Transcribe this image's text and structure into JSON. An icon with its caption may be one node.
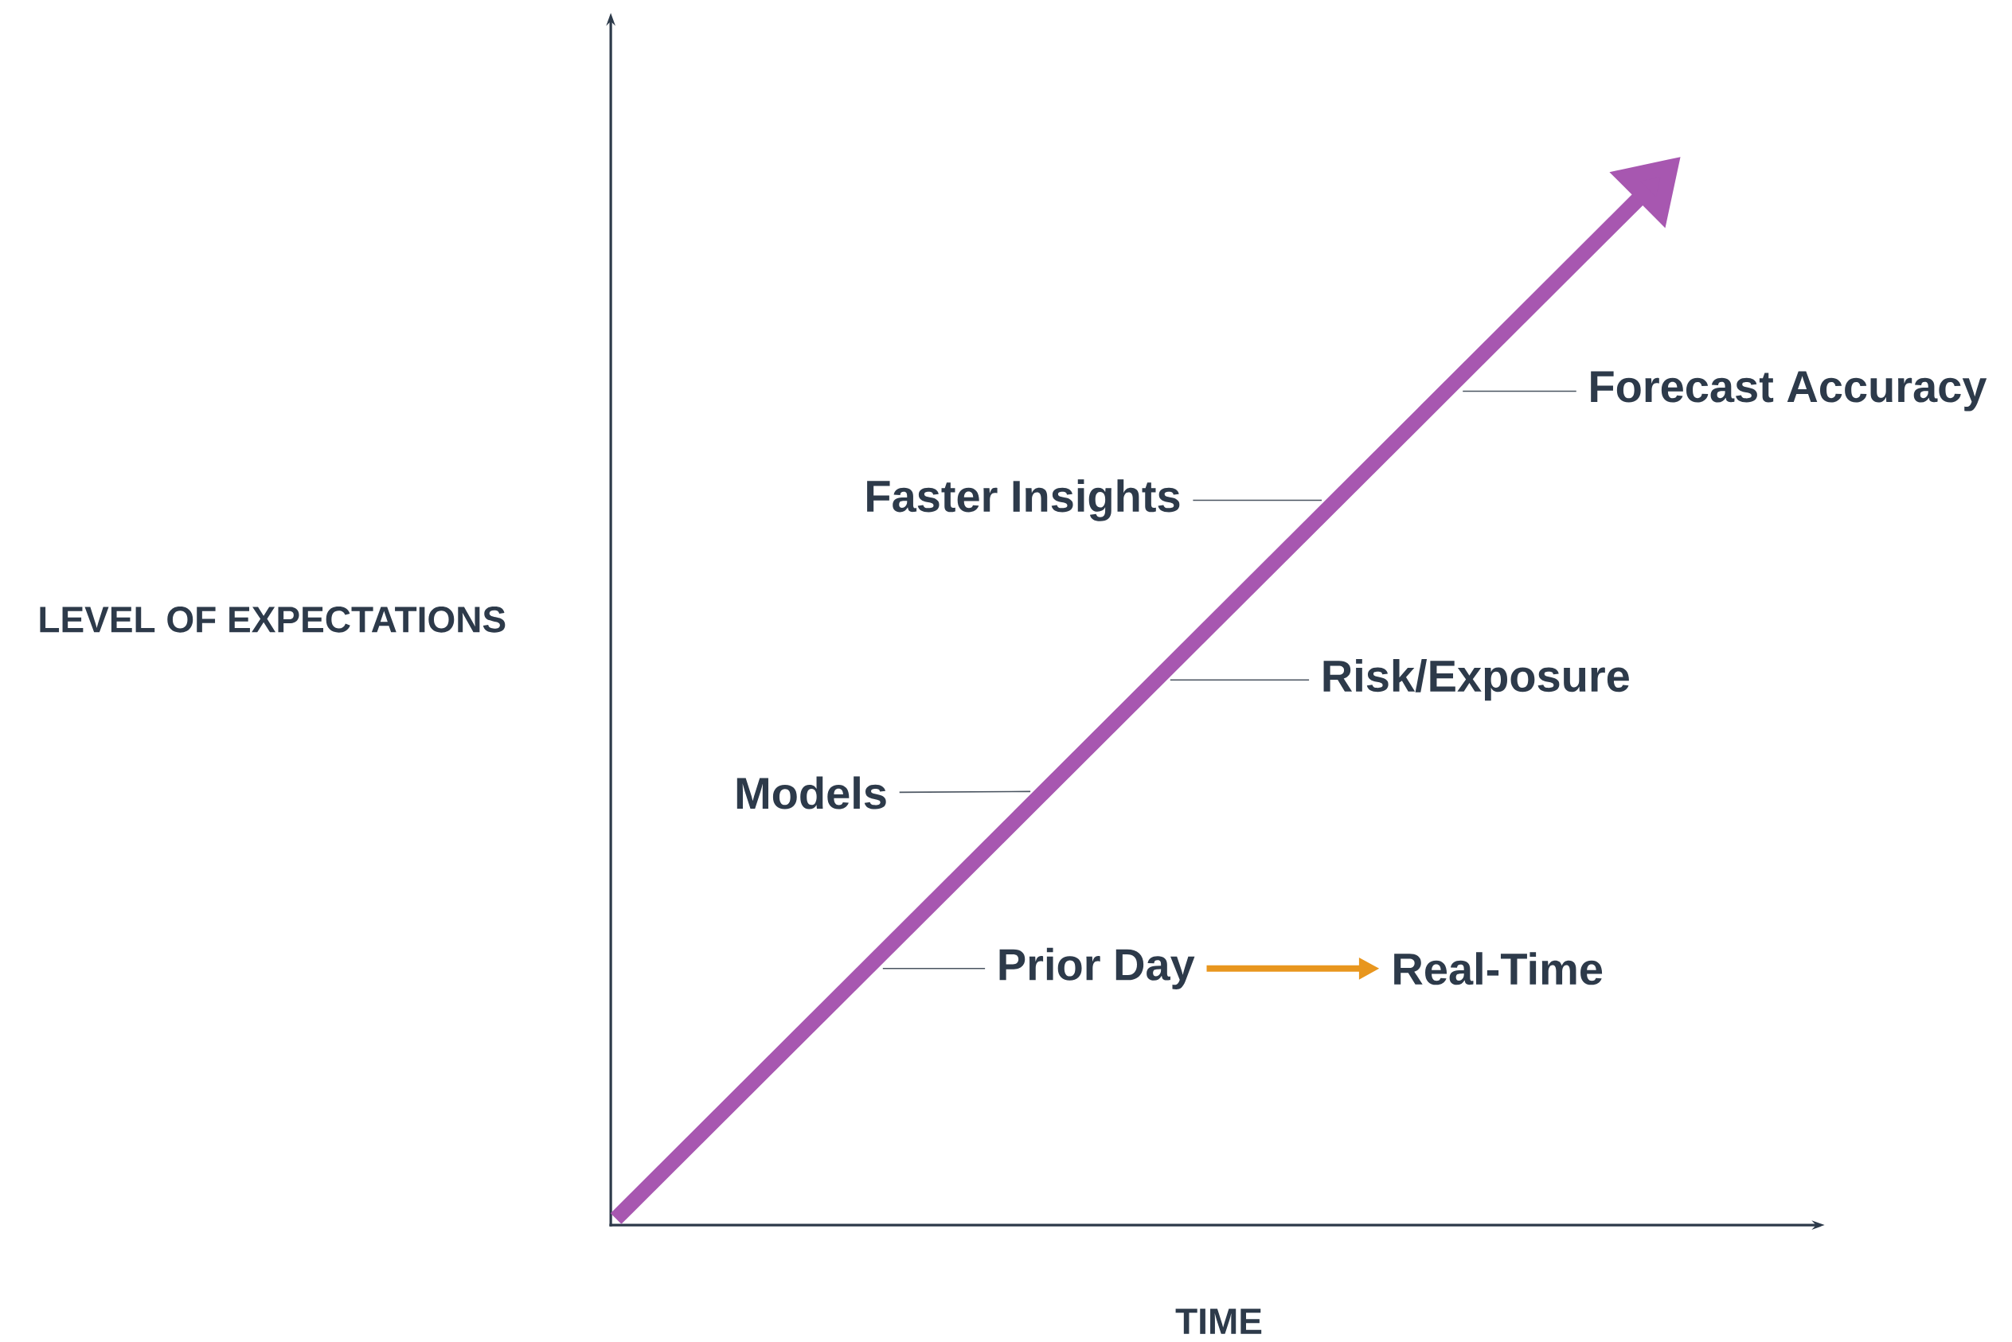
{
  "diagram": {
    "nodes": [
      {
        "text": [
          "Forecast Accuracy"
        ]
      },
      {
        "text": [
          "Faster Insights"
        ]
      },
      {
        "text": [
          "Risk/Exposure"
        ]
      },
      {
        "text": [
          "Models"
        ]
      },
      {
        "text": [
          "Prior Day"
        ]
      },
      {
        "text": [
          "Real-Time"
        ]
      }
    ],
    "edges": [
      {
        "from": 4,
        "to": 5,
        "arrow": "to",
        "style": "thick",
        "color": "#e8961e"
      },
      {
        "from": 0,
        "to": null,
        "arrow": "none"
      },
      {
        "from": 1,
        "to": null,
        "arrow": "none"
      },
      {
        "from": 2,
        "to": null,
        "arrow": "none"
      },
      {
        "from": 3,
        "to": null,
        "arrow": "none"
      },
      {
        "from": 4,
        "to": null,
        "arrow": "none"
      }
    ],
    "labels": [
      "LEVEL OF EXPECTATIONS",
      "TIME"
    ]
  }
}
